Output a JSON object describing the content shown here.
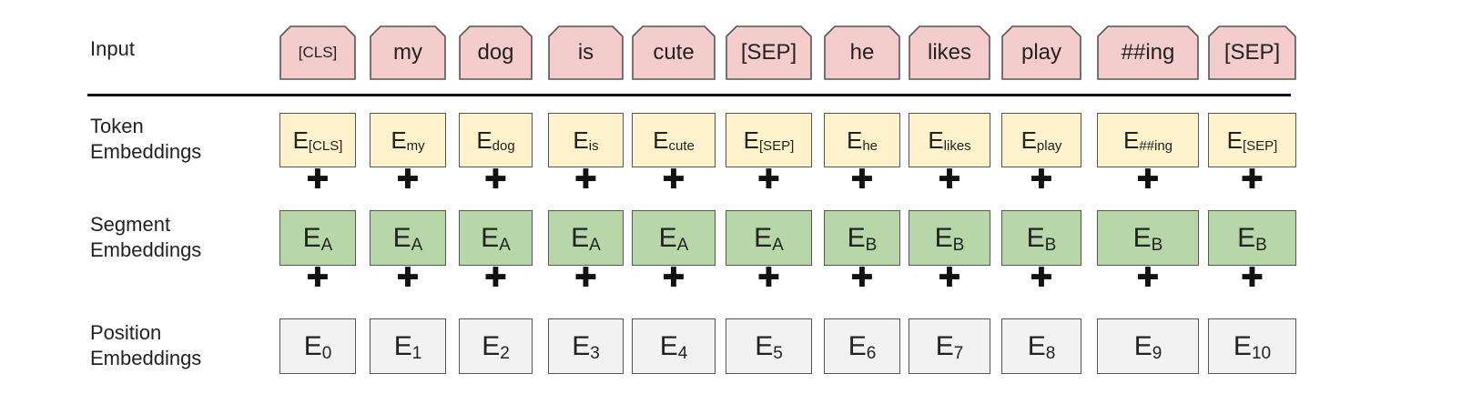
{
  "labels": {
    "input": "Input",
    "token": [
      "Token",
      "Embeddings"
    ],
    "segment": [
      "Segment",
      "Embeddings"
    ],
    "position": [
      "Position",
      "Embeddings"
    ]
  },
  "tokens": [
    {
      "input": "[CLS]",
      "tok_sub": "[CLS]",
      "seg_sub": "A",
      "pos_sub": "0"
    },
    {
      "input": "my",
      "tok_sub": "my",
      "seg_sub": "A",
      "pos_sub": "1"
    },
    {
      "input": "dog",
      "tok_sub": "dog",
      "seg_sub": "A",
      "pos_sub": "2"
    },
    {
      "input": "is",
      "tok_sub": "is",
      "seg_sub": "A",
      "pos_sub": "3"
    },
    {
      "input": "cute",
      "tok_sub": "cute",
      "seg_sub": "A",
      "pos_sub": "4"
    },
    {
      "input": "[SEP]",
      "tok_sub": "[SEP]",
      "seg_sub": "A",
      "pos_sub": "5"
    },
    {
      "input": "he",
      "tok_sub": "he",
      "seg_sub": "B",
      "pos_sub": "6"
    },
    {
      "input": "likes",
      "tok_sub": "likes",
      "seg_sub": "B",
      "pos_sub": "7"
    },
    {
      "input": "play",
      "tok_sub": "play",
      "seg_sub": "B",
      "pos_sub": "8"
    },
    {
      "input": "##ing",
      "tok_sub": "##ing",
      "seg_sub": "B",
      "pos_sub": "9"
    },
    {
      "input": "[SEP]",
      "tok_sub": "[SEP]",
      "seg_sub": "B",
      "pos_sub": "10"
    }
  ],
  "embedding_letter": "E",
  "plus_symbol": "✚",
  "colors": {
    "input_fill": "#f4cccc",
    "token_fill": "#fdf2cc",
    "segment_fill": "#b7d7a8",
    "position_fill": "#f2f2f2",
    "border": "#555555"
  }
}
